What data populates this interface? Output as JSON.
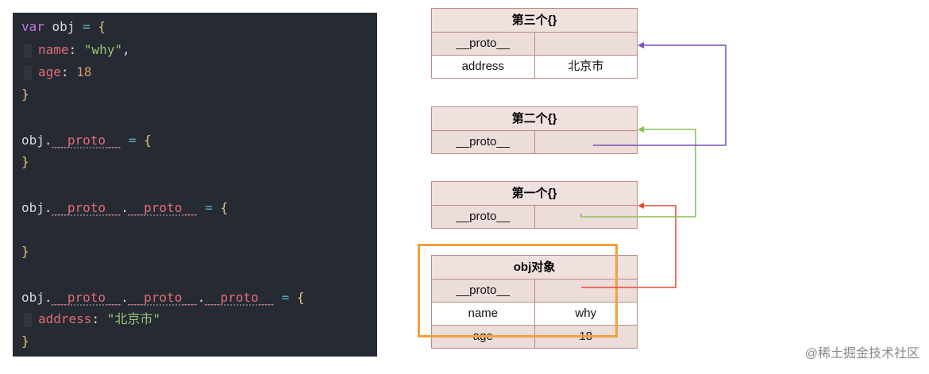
{
  "code": {
    "lines": [
      [
        [
          "kw",
          "var "
        ],
        [
          "id",
          "obj "
        ],
        [
          "op",
          "= "
        ],
        [
          "br",
          "{"
        ]
      ],
      [
        [
          "prop",
          "name"
        ],
        [
          "pun",
          ": "
        ],
        [
          "str",
          "\"why\""
        ],
        [
          "pun",
          ","
        ]
      ],
      [
        [
          "prop",
          "age"
        ],
        [
          "pun",
          ": "
        ],
        [
          "num",
          "18"
        ]
      ],
      [
        [
          "br",
          "}"
        ]
      ],
      [
        [
          "id",
          "obj"
        ],
        [
          "pun",
          "."
        ],
        [
          "pr",
          "__proto__"
        ],
        [
          "op",
          " = "
        ],
        [
          "br",
          "{"
        ]
      ],
      [
        [
          "br",
          "}"
        ]
      ],
      [
        [
          "id",
          "obj"
        ],
        [
          "pun",
          "."
        ],
        [
          "pr",
          "__proto__"
        ],
        [
          "pun",
          "."
        ],
        [
          "pr",
          "__proto__"
        ],
        [
          "op",
          " = "
        ],
        [
          "br",
          "{"
        ]
      ],
      [
        [
          "br",
          "}"
        ]
      ],
      [
        [
          "id",
          "obj"
        ],
        [
          "pun",
          "."
        ],
        [
          "pr",
          "__proto__"
        ],
        [
          "pun",
          "."
        ],
        [
          "pr",
          "__proto__"
        ],
        [
          "pun",
          "."
        ],
        [
          "pr",
          "__proto__"
        ],
        [
          "op",
          " = "
        ],
        [
          "br",
          "{"
        ]
      ],
      [
        [
          "prop",
          "address"
        ],
        [
          "pun",
          ": "
        ],
        [
          "str",
          "\"北京市\""
        ]
      ],
      [
        [
          "br",
          "}"
        ]
      ]
    ]
  },
  "diagram": {
    "third": {
      "title": "第三个{}",
      "rows": [
        [
          "__proto__",
          ""
        ],
        [
          "address",
          "北京市"
        ]
      ]
    },
    "second": {
      "title": "第二个{}",
      "rows": [
        [
          "__proto__",
          ""
        ]
      ]
    },
    "first": {
      "title": "第一个{}",
      "rows": [
        [
          "__proto__",
          ""
        ]
      ]
    },
    "obj": {
      "title": "obj对象",
      "rows": [
        [
          "__proto__",
          ""
        ],
        [
          "name",
          "why"
        ],
        [
          "age",
          "18"
        ]
      ]
    }
  },
  "colors": {
    "arrow_third": "#7a4fb6",
    "arrow_second": "#8cc152",
    "arrow_first": "#e84a3a",
    "highlight": "#f2a03d"
  },
  "watermark": "@稀土掘金技术社区"
}
